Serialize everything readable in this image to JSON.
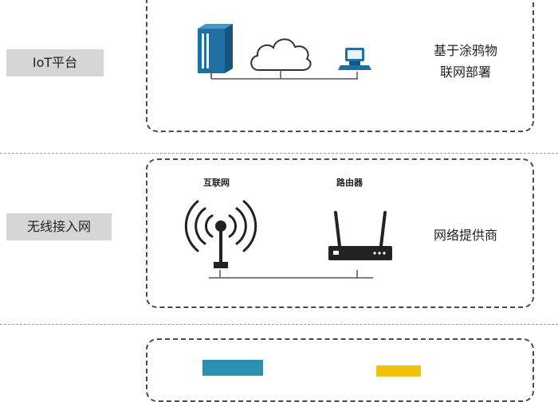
{
  "layers": [
    {
      "label": "IoT平台",
      "description_lines": [
        "基于涂鸦物",
        "联网部署"
      ],
      "icons": [
        "server-icon",
        "cloud-icon",
        "computer-icon"
      ]
    },
    {
      "label": "无线接入网",
      "description_lines": [
        "网络提供商"
      ],
      "icon_labels": {
        "antenna": "互联网",
        "router": "路由器"
      },
      "icons": [
        "antenna-icon",
        "router-icon"
      ]
    },
    {
      "icons": [
        "device-teal-icon",
        "device-yellow-icon"
      ]
    }
  ],
  "colors": {
    "accent_blue": "#1f6fa3",
    "label_bg": "#d6d6d6",
    "teal_device": "#2b8fb0",
    "yellow_device": "#f2c10e"
  }
}
